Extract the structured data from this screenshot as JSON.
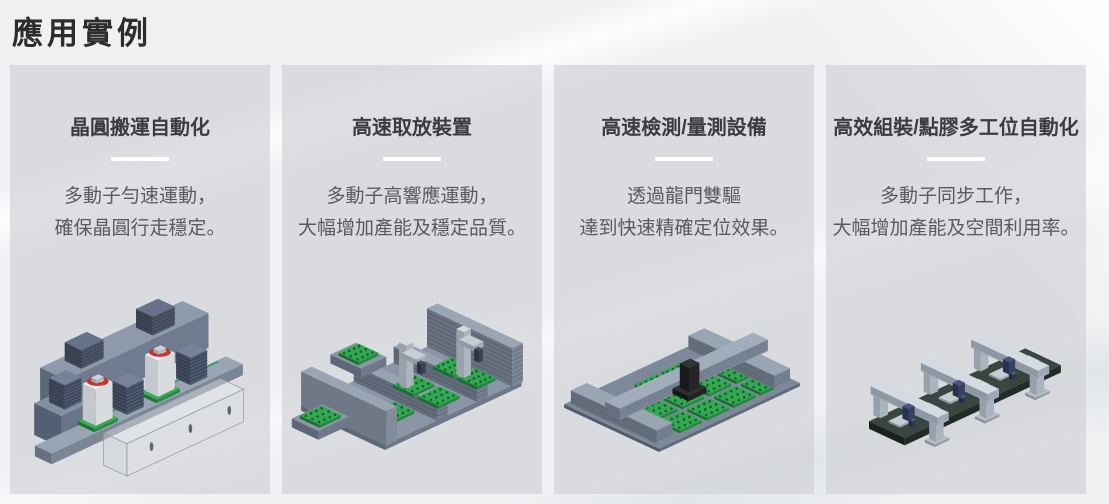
{
  "title": "應用實例",
  "cards": [
    {
      "title": "晶圓搬運自動化",
      "desc_line1": "多動子勻速運動，",
      "desc_line2": "確保晶圓行走穩定。",
      "illustration": "wafer-transfer-automation-machine"
    },
    {
      "title": "高速取放裝置",
      "desc_line1": "多動子高響應運動，",
      "desc_line2": "大幅增加產能及穩定品質。",
      "illustration": "high-speed-pick-and-place-machine"
    },
    {
      "title": "高速檢測/量測設備",
      "desc_line1": "透過龍門雙驅",
      "desc_line2": "達到快速精確定位效果。",
      "illustration": "gantry-dual-drive-inspection-machine"
    },
    {
      "title": "高效組裝/點膠多工位自動化",
      "desc_line1": "多動子同步工作，",
      "desc_line2": "大幅增加產能及空間利用率。",
      "illustration": "multi-station-assembly-dispensing-line"
    }
  ],
  "colors": {
    "title-color": "#2c2d2f",
    "card-title-color": "#3b3c3f",
    "desc-color": "#595a5f",
    "divider-color": "#ffffff",
    "page-bg": "#eef0f2",
    "card-bg": "#dfe0e3",
    "machine-steel": "#77829b",
    "tray-green": "#2fa24c",
    "wafer-carrier-red": "#c0392f",
    "track-dark": "#232b26"
  }
}
